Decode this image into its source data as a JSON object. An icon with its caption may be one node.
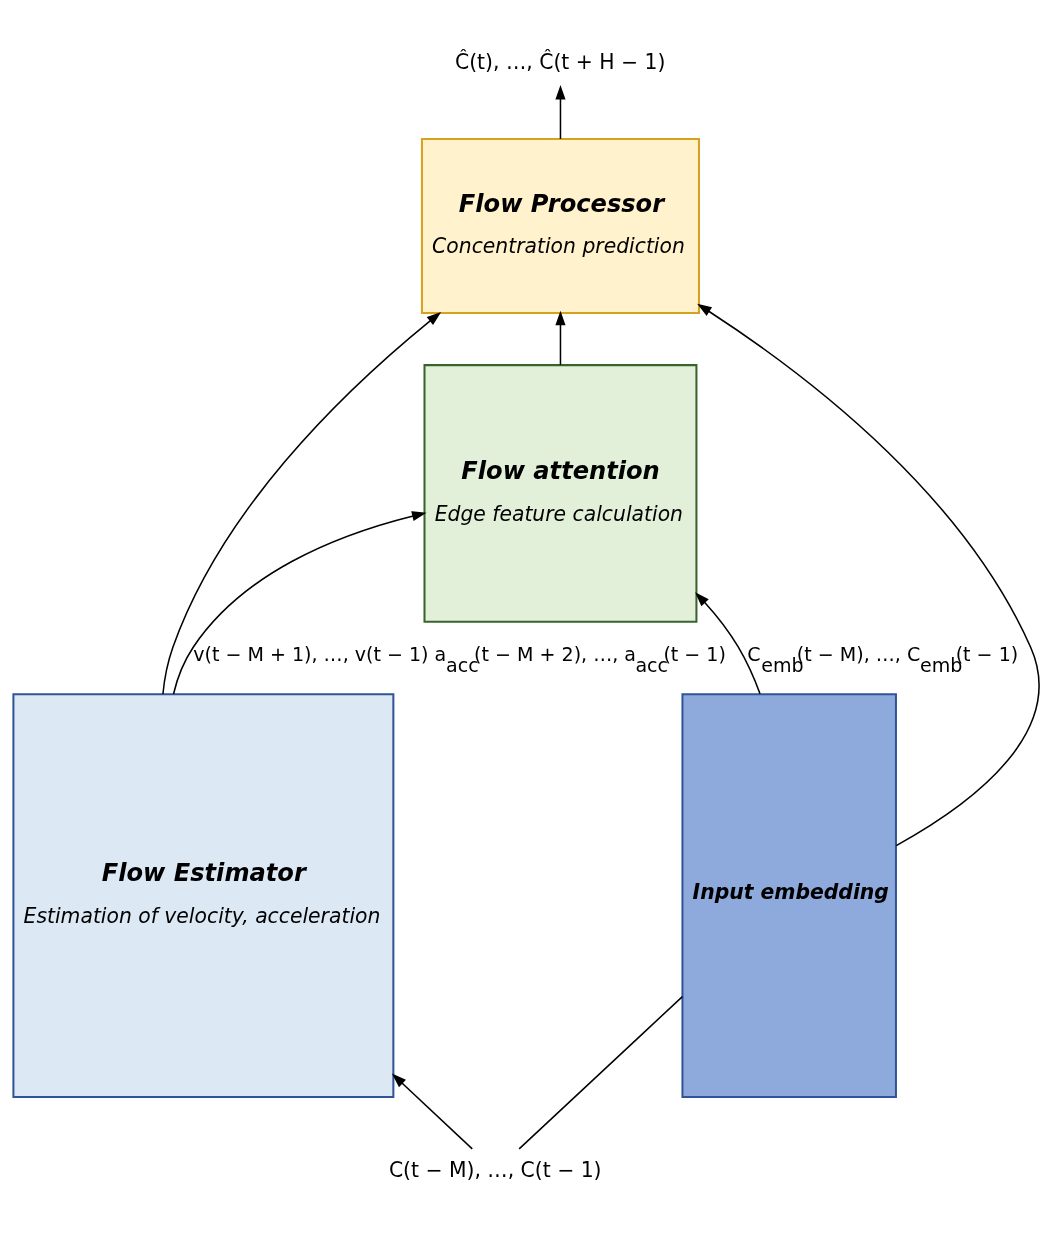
{
  "diagram": {
    "nodes": [
      {
        "text": [
          "Flow Processor",
          "Concentration prediction"
        ]
      },
      {
        "text": [
          "Flow attention",
          "Edge feature calculation"
        ]
      },
      {
        "text": [
          "Flow Estimator",
          "Estimation of velocity, acceleration"
        ]
      },
      {
        "text": [
          "Input embedding"
        ]
      },
      {
        "text": [
          "Ĉ(t), …, Ĉ(t + H − 1)"
        ]
      },
      {
        "text": [
          "C(t − M), …, C(t − 1)"
        ]
      }
    ],
    "edges": [
      {
        "from": 5,
        "to": 2,
        "arrow": "to"
      },
      {
        "from": 5,
        "to": 3,
        "arrow": "none"
      },
      {
        "from": 2,
        "to": 1,
        "arrow": "to",
        "label": "v(t − M + 1), …, v(t − 1) a$_{acc}$(t − M + 2), …, a$_{acc}$(t − 1)"
      },
      {
        "from": 2,
        "to": 0,
        "arrow": "to"
      },
      {
        "from": 3,
        "to": 1,
        "arrow": "to",
        "label": "C$_{emb}$(t − M), …, C$_{emb}$(t − 1)"
      },
      {
        "from": 3,
        "to": 0,
        "arrow": "to"
      },
      {
        "from": 1,
        "to": 0,
        "arrow": "to"
      },
      {
        "from": 0,
        "to": 4,
        "arrow": "to"
      }
    ]
  }
}
